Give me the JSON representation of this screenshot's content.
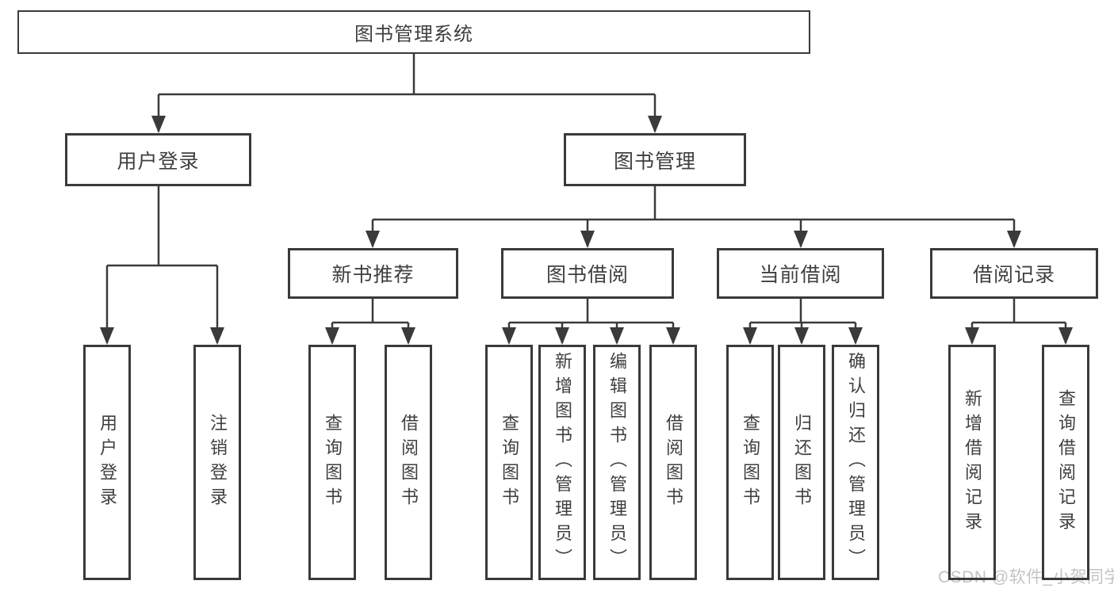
{
  "diagram": {
    "root": "图书管理系统",
    "branches": {
      "user": {
        "label": "用户登录",
        "children": [
          "用户登录",
          "注销登录"
        ]
      },
      "book": {
        "label": "图书管理",
        "sections": [
          {
            "label": "新书推荐",
            "children": [
              "查询图书",
              "借阅图书"
            ]
          },
          {
            "label": "图书借阅",
            "children": [
              "查询图书",
              "新增图书（管理员）",
              "编辑图书（管理员）",
              "借阅图书"
            ]
          },
          {
            "label": "当前借阅",
            "children": [
              "查询图书",
              "归还图书",
              "确认归还（管理员）"
            ]
          },
          {
            "label": "借阅记录",
            "children": [
              "新增借阅记录",
              "查询借阅记录"
            ]
          }
        ]
      }
    }
  },
  "watermark": "CSDN @软件_小贺同学",
  "colors": {
    "line": "#3a3a3a",
    "text": "#3f3f3f",
    "watermark": "#c3c3c3",
    "background": "#ffffff"
  }
}
